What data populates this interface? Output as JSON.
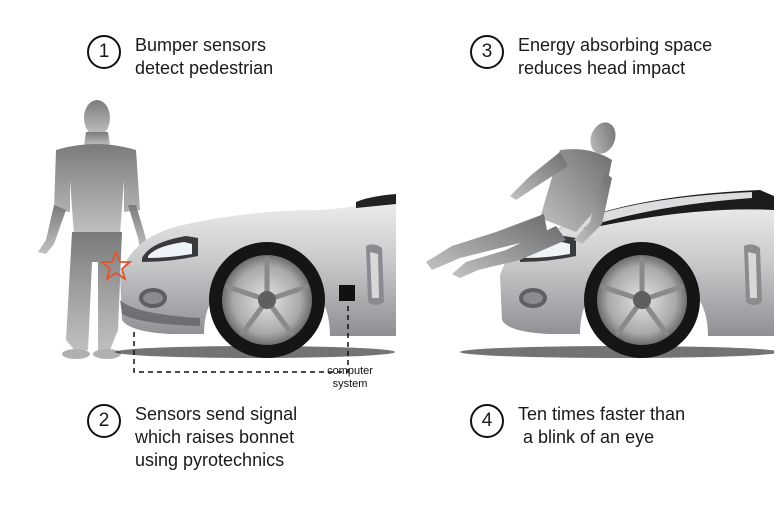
{
  "steps": [
    {
      "number": "1",
      "lines": [
        "Bumper sensors",
        "detect pedestrian"
      ]
    },
    {
      "number": "2",
      "lines": [
        "Sensors send signal",
        "which raises bonnet",
        "using pyrotechnics"
      ]
    },
    {
      "number": "3",
      "lines": [
        "Energy absorbing space",
        "reduces head impact"
      ]
    },
    {
      "number": "4",
      "lines": [
        "Ten times faster than",
        " a blink of an eye"
      ]
    }
  ],
  "computer_label": [
    "computer",
    "system"
  ],
  "colors": {
    "car_body": "#c9cacc",
    "silhouette": "#8e8e8e",
    "sensor_star": "#e0562c",
    "tire": "#151515"
  }
}
